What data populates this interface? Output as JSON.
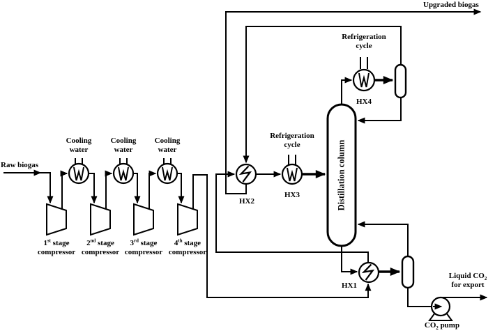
{
  "colors": {
    "ink": "#000000",
    "background": "#ffffff"
  },
  "labels": {
    "raw_biogas": "Raw biogas",
    "upgraded_biogas": "Upgraded biogas",
    "cooling_water": {
      "l1": "Cooling",
      "l2": "water"
    },
    "refrigeration_cycle": {
      "l1": "Refrigeration",
      "l2": "cycle"
    },
    "compressors": [
      {
        "n": "1",
        "o": "st",
        "rest": " stage",
        "l2": "compressor"
      },
      {
        "n": "2",
        "o": "nd",
        "rest": " stage",
        "l2": "compressor"
      },
      {
        "n": "3",
        "o": "rd",
        "rest": " stage",
        "l2": "compressor"
      },
      {
        "n": "4",
        "o": "th",
        "rest": " stage",
        "l2": "compressor"
      }
    ],
    "hx": {
      "hx1": "HX1",
      "hx2": "HX2",
      "hx3": "HX3",
      "hx4": "HX4"
    },
    "column": "Distillation column",
    "liquid_co2": {
      "pre": "Liquid CO",
      "sub": "2",
      "l2": "for export"
    },
    "co2_pump": {
      "pre": "CO",
      "sub": "2",
      "post": " pump"
    }
  }
}
